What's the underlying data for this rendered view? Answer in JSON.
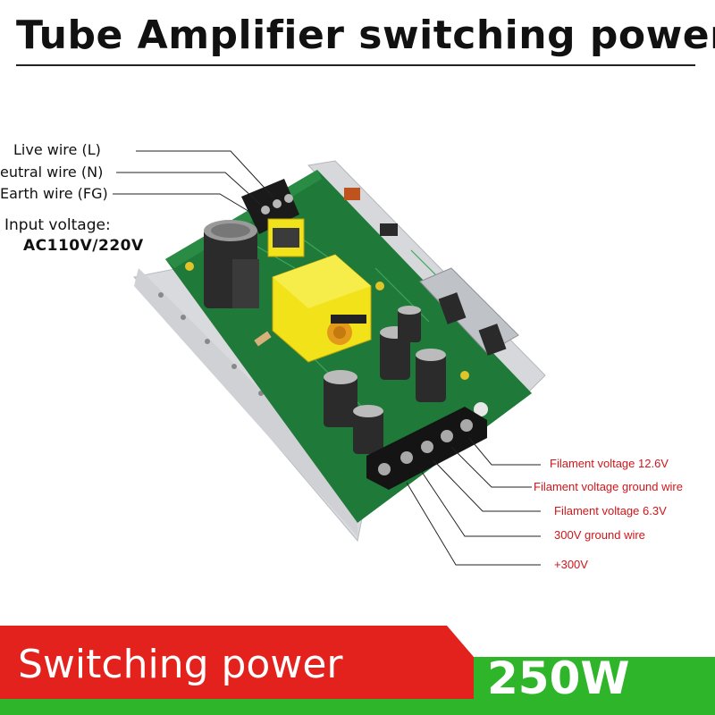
{
  "title": "Tube Amplifier switching power",
  "left_labels": {
    "live": "Live wire  (L)",
    "neutral": "eutral wire  (N)",
    "earth": "Earth wire  (FG)",
    "input_voltage": "Input voltage:",
    "input_voltage_value": "AC110V/220V"
  },
  "right_labels": {
    "filament_12v": "Filament voltage 12.6V",
    "filament_ground": "Filament voltage ground wire",
    "filament_6v": "Filament voltage 6.3V",
    "ground_300v": "300V ground wire",
    "plus_300v": "+300V"
  },
  "banner": {
    "left_text": "Switching power",
    "right_text": "250W"
  },
  "colors": {
    "pcb": "#1f7a3a",
    "transformer": "#f2e21a",
    "banner_red": "#e3211d",
    "banner_green": "#2fb52a",
    "label_red": "#d0161b"
  }
}
